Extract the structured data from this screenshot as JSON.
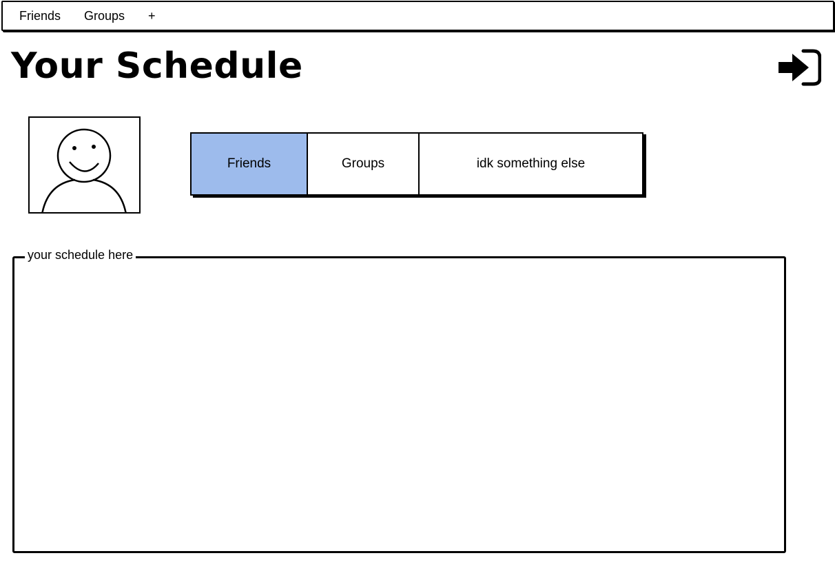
{
  "nav": {
    "friends_label": "Friends",
    "groups_label": "Groups",
    "add_label": "+"
  },
  "header": {
    "title": "Your Schedule",
    "logout_icon": "sign-in-arrow-icon"
  },
  "profile": {
    "avatar_icon": "user-avatar-icon"
  },
  "tabs": [
    {
      "label": "Friends",
      "active": true
    },
    {
      "label": "Groups",
      "active": false
    },
    {
      "label": "idk something else",
      "active": false
    }
  ],
  "schedule": {
    "legend": "your schedule here"
  },
  "colors": {
    "active_tab": "#9dbbec"
  }
}
